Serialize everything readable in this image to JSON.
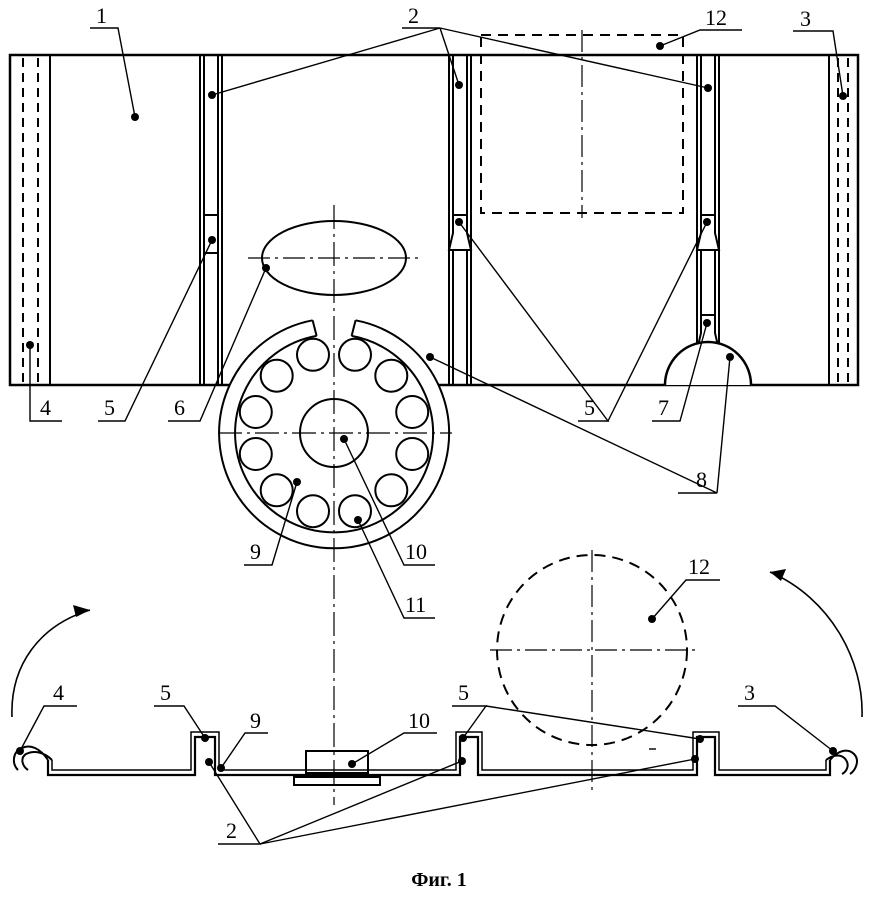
{
  "figure": {
    "caption": "Фиг. 1",
    "labels": {
      "l1": "1",
      "l2a": "2",
      "l3a": "3",
      "l12a": "12",
      "l4a": "4",
      "l5a": "5",
      "l6": "6",
      "l5b": "5",
      "l7": "7",
      "l8": "8",
      "l9a": "9",
      "l10a": "10",
      "l11": "11",
      "l12b": "12",
      "l4b": "4",
      "l5c": "5",
      "l9b": "9",
      "l10b": "10",
      "l5d": "5",
      "l3b": "3",
      "l2b": "2"
    }
  },
  "colors": {
    "ink": "#000000",
    "paper": "#ffffff"
  }
}
